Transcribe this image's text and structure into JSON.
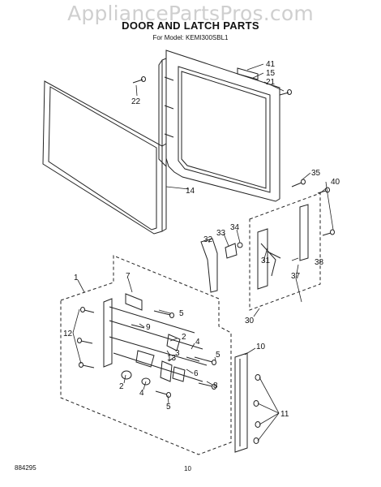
{
  "header": {
    "watermark": "AppliancePartsPros.com",
    "title": "DOOR AND LATCH PARTS",
    "model": "For Model: KEMI300SBL1"
  },
  "footer": {
    "code": "884295",
    "page": "10"
  },
  "callouts": {
    "c41": "41",
    "c15": "15",
    "c21": "21",
    "c22": "22",
    "c14": "14",
    "c35": "35",
    "c40": "40",
    "c34": "34",
    "c33": "33",
    "c32": "32",
    "c31": "31",
    "c38": "38",
    "c37": "37",
    "c30": "30",
    "c1": "1",
    "c7": "7",
    "c5a": "5",
    "c12": "12",
    "c9": "9",
    "c2a": "2",
    "c4a": "4",
    "c13": "13",
    "c3": "3",
    "c5b": "5",
    "c10": "10",
    "c6": "6",
    "c8": "8",
    "c2b": "2",
    "c4b": "4",
    "c5c": "5",
    "c11": "11"
  }
}
